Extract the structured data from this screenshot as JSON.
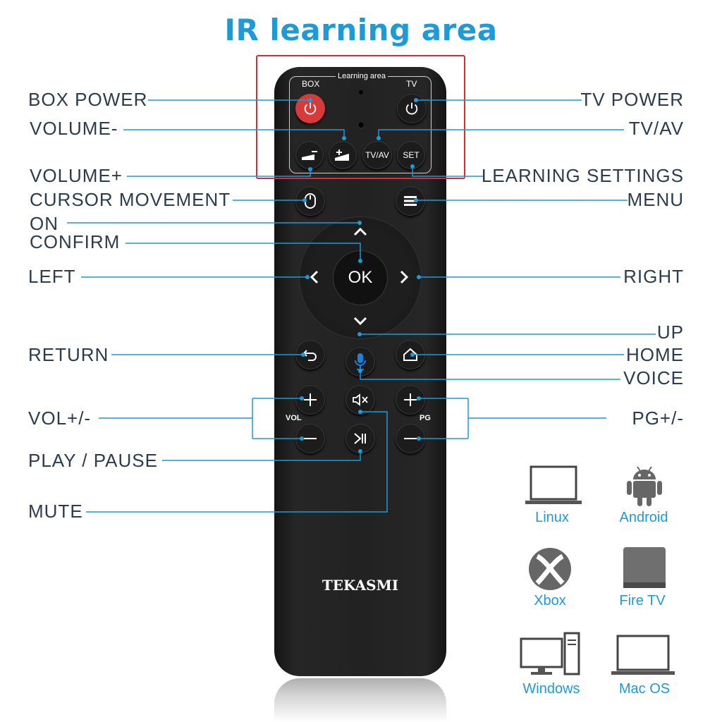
{
  "title": "IR learning area",
  "remote": {
    "learning_area_label": "Learning area",
    "box_label": "BOX",
    "tv_label": "TV",
    "tvav_label": "TV/AV",
    "set_label": "SET",
    "ok_label": "OK",
    "vol_label": "VOL",
    "pg_label": "PG",
    "brand": "TEKASMI",
    "colors": {
      "body": "#222222",
      "power_red": "#d63a3a",
      "voice_blue": "#1e7ee0"
    }
  },
  "labels": {
    "left": {
      "box_power": "BOX POWER",
      "volume_minus": "VOLUME-",
      "volume_plus": "VOLUME+",
      "cursor_movement": "CURSOR MOVEMENT",
      "on": "ON",
      "confirm": "CONFIRM",
      "left": "LEFT",
      "return": "RETURN",
      "vol_pm": "VOL+/-",
      "play_pause": "PLAY / PAUSE",
      "mute": "MUTE"
    },
    "right": {
      "tv_power": "TV POWER",
      "tv_av": "TV/AV",
      "learning_settings": "LEARNING SETTINGS",
      "menu": "MENU",
      "right": "RIGHT",
      "up": "UP",
      "home": "HOME",
      "voice": "VOICE",
      "pg_pm": "PG+/-"
    }
  },
  "compatibility": [
    {
      "name": "Linux",
      "icon": "laptop-icon"
    },
    {
      "name": "Android",
      "icon": "android-icon"
    },
    {
      "name": "Xbox",
      "icon": "xbox-icon"
    },
    {
      "name": "Fire TV",
      "icon": "fire-tv-icon"
    },
    {
      "name": "Windows",
      "icon": "desktop-pc-icon"
    },
    {
      "name": "Mac OS",
      "icon": "laptop-icon"
    }
  ],
  "accent_color": "#1e9ad6",
  "highlight_color": "#d62b3b"
}
